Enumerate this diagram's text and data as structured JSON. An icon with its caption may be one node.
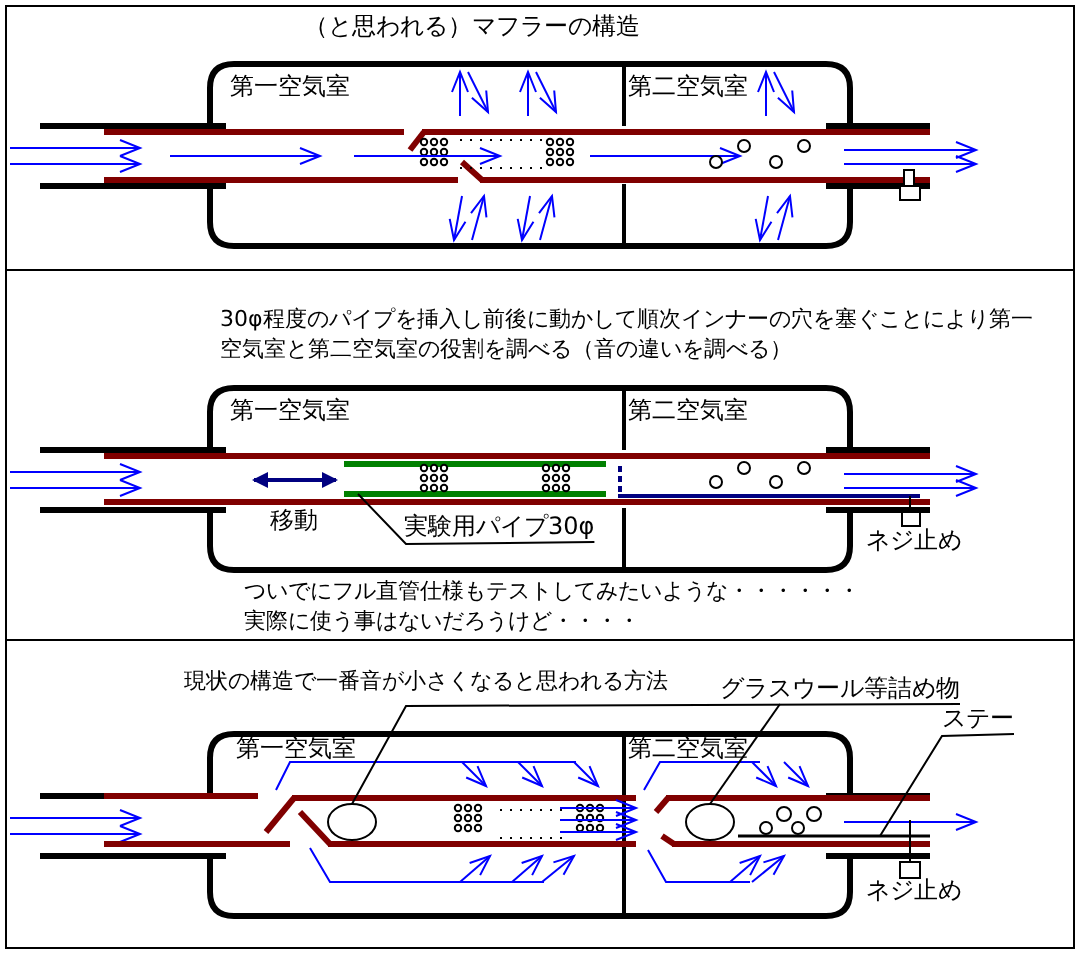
{
  "diagram": {
    "nodes": [
      {
        "text": [
          "実験用パイプ30φ"
        ]
      },
      {
        "text": [
          "グラスウール等詰め物"
        ]
      },
      {
        "text": [],
        "shape": "circle"
      },
      {
        "text": [],
        "shape": "circle"
      },
      {
        "text": [
          "ステー"
        ]
      }
    ],
    "edges": [
      {
        "from": 0,
        "to": null,
        "arrow": "none"
      },
      {
        "from": 1,
        "to": 2,
        "arrow": "none"
      },
      {
        "from": 1,
        "to": 3,
        "arrow": "none"
      },
      {
        "from": 4,
        "to": null,
        "arrow": "none"
      }
    ],
    "labels": [
      "（と思われる）マフラーの構造",
      "第一空気室",
      "第二空気室",
      "30φ程度のパイプを挿入し前後に動かして順次インナーの穴を塞ぐことにより第一空気室と第二空気室の役割を調べる（音の違いを調べる）",
      "第一空気室",
      "第二空気室",
      "移動",
      "ネジ止め",
      "ついでにフル直管仕様もテストしてみたいような・・・・・・実際に使う事はないだろうけど・・・・",
      "現状の構造で一番音が小さくなると思われる方法",
      "第一空気室",
      "第二空気室",
      "ネジ止め"
    ]
  }
}
